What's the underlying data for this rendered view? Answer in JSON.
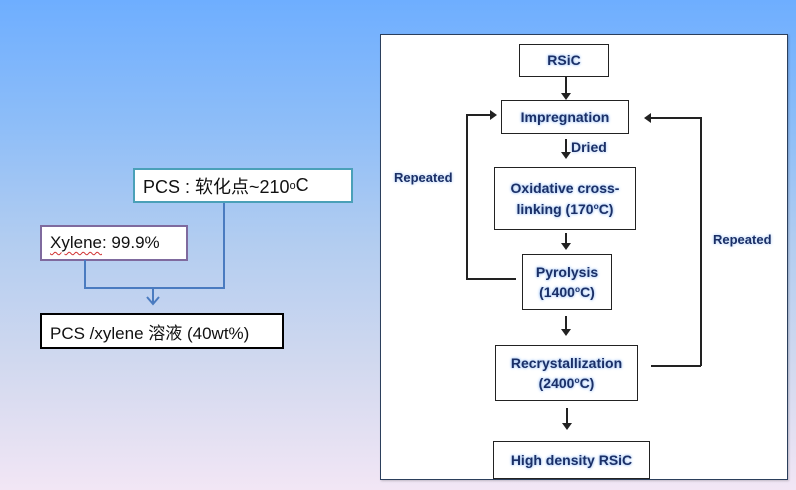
{
  "left_diagram": {
    "pcs_box": {
      "prefix": "PCS : 软化点~210",
      "sup": "o",
      "suffix": "C"
    },
    "xylene_box": {
      "name": "Xylene",
      "rest": ": 99.9%"
    },
    "solution_box": {
      "text": "PCS /xylene 溶液 (40wt%)"
    },
    "colors": {
      "connector": "#4a7bc0",
      "pcs_border": "#4aa0b8",
      "xylene_border": "#7f6a9e"
    }
  },
  "flowchart": {
    "steps": [
      {
        "id": "rsic",
        "line1": "RSiC"
      },
      {
        "id": "impregnation",
        "line1": "Impregnation"
      },
      {
        "id": "oxidative",
        "line1": "Oxidative cross-",
        "line2_prefix": "linking (170",
        "sup": "o",
        "line2_suffix": "C)"
      },
      {
        "id": "pyrolysis",
        "line1": "Pyrolysis",
        "line2_prefix": "(1400",
        "sup": "o",
        "line2_suffix": "C)"
      },
      {
        "id": "recrystallization",
        "line1": "Recrystallization",
        "line2_prefix": "(2400",
        "sup": "o",
        "line2_suffix": "C)"
      },
      {
        "id": "final",
        "line1": "High density RSiC"
      }
    ],
    "labels": {
      "dried": "Dried",
      "repeated_left": "Repeated",
      "repeated_right": "Repeated"
    },
    "colors": {
      "text": "#1b2f66",
      "glow": "#9ec3f5"
    }
  }
}
